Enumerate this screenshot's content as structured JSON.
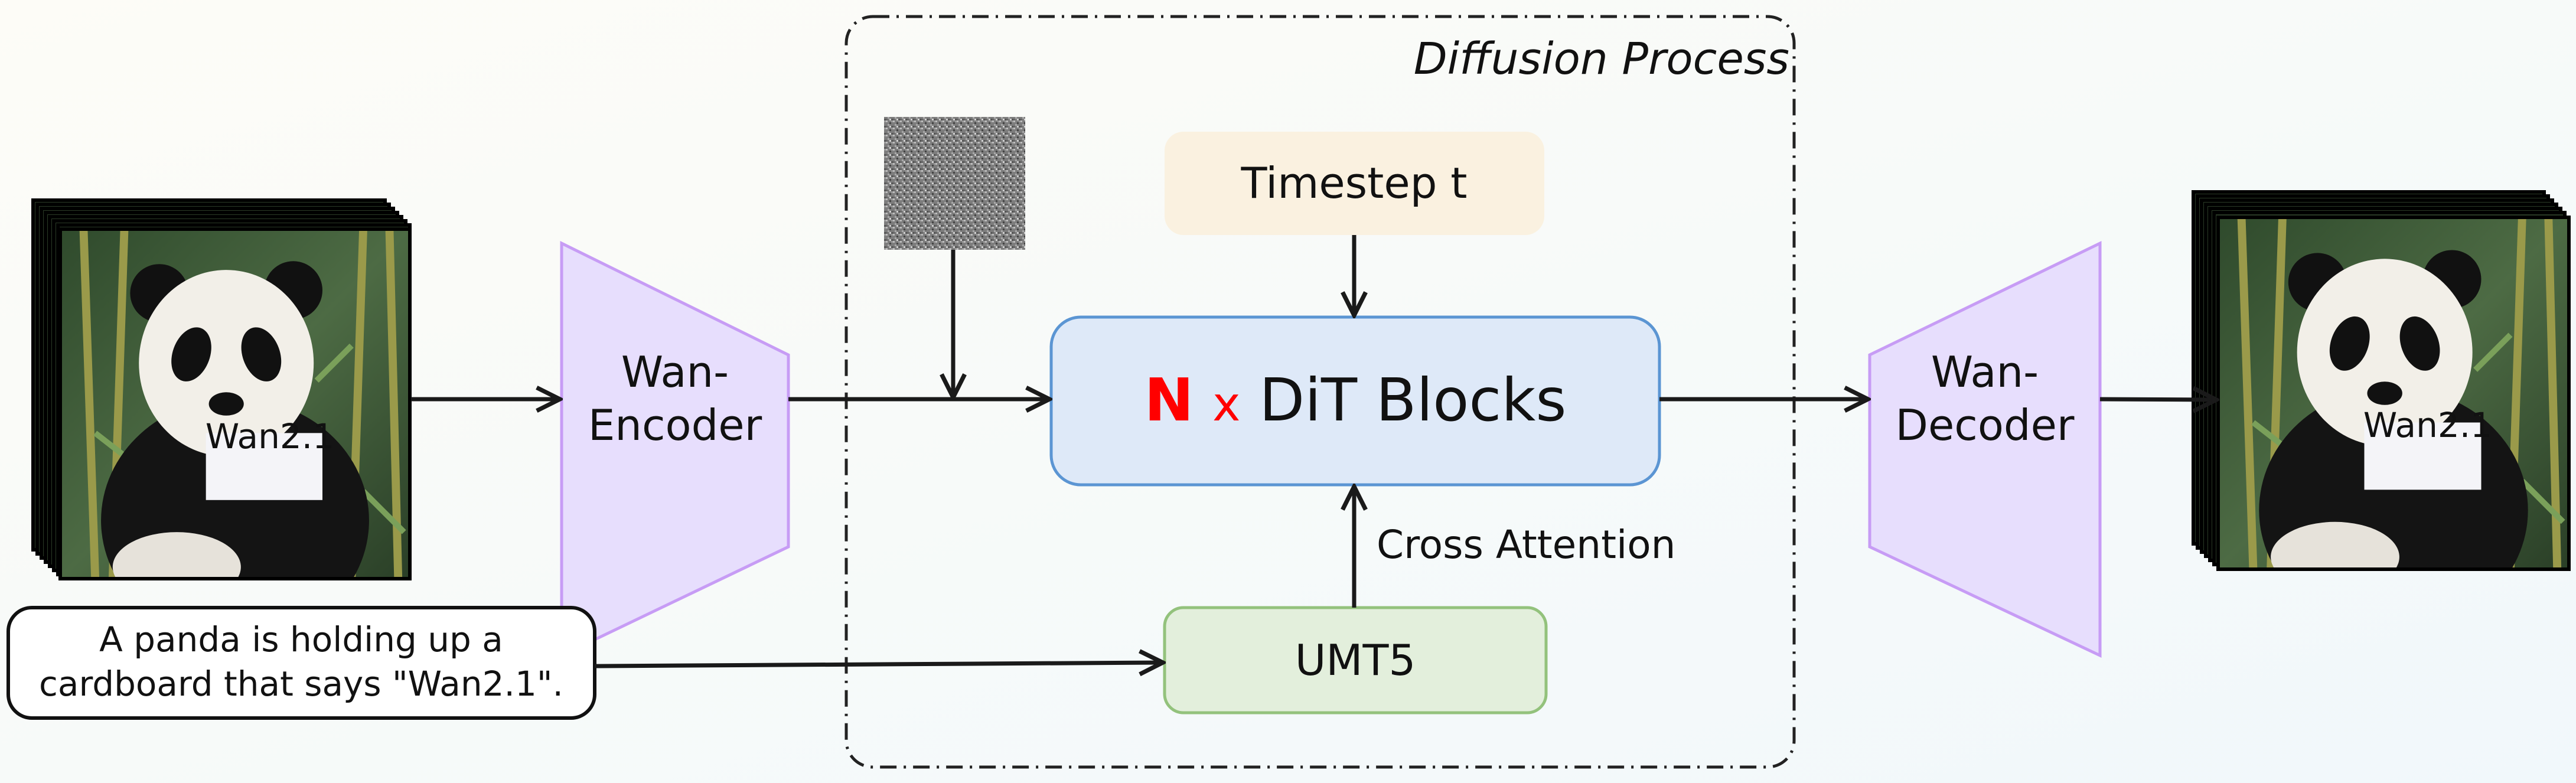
{
  "diagram": {
    "group_label": "Diffusion Process",
    "timestep": "Timestep t",
    "dit": {
      "prefix": "N",
      "times": "x",
      "label": "DiT Blocks"
    },
    "text_encoder": "UMT5",
    "cross_attention": "Cross Attention",
    "encoder": {
      "line1": "Wan-",
      "line2": "Encoder"
    },
    "decoder": {
      "line1": "Wan-",
      "line2": "Decoder"
    },
    "prompt": {
      "line1": "A panda is holding up a",
      "line2": "cardboard that says \"Wan2.1\"."
    },
    "sign_text": "Wan2.1",
    "colors": {
      "timestep_fill": "#faf1e0",
      "dit_fill": "#dee9f8",
      "dit_stroke": "#5b95d3",
      "umt5_fill": "#e3efdc",
      "umt5_stroke": "#93c27c",
      "vae_fill": "#e7defd",
      "vae_stroke": "#c79cf5",
      "accent_red": "#ff0000"
    }
  }
}
